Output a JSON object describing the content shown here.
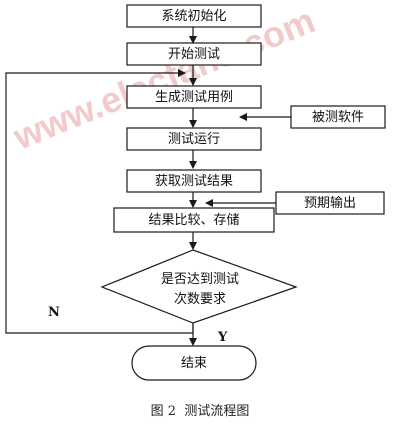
{
  "nodes": {
    "init": "系统初始化",
    "start_test": "开始测试",
    "gen_cases": "生成测试用例",
    "software_under_test": "被测软件",
    "run_test": "测试运行",
    "get_results": "获取测试结果",
    "expected_output": "预期输出",
    "compare_store": "结果比较、存储",
    "decision_line1": "是否达到测试",
    "decision_line2": "次数要求",
    "end": "结束"
  },
  "edge_labels": {
    "no": "N",
    "yes": "Y"
  },
  "caption": "图 2  测试流程图",
  "watermark": "www.elecfans.com",
  "colors": {
    "stroke": "#1a1a1a",
    "text": "#111111",
    "watermark": "#e9a0a0"
  }
}
